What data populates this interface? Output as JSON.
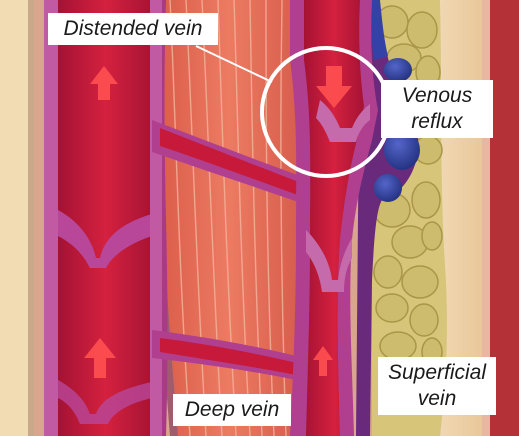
{
  "labels": {
    "distended_vein": "Distended vein",
    "venous_reflux": {
      "line1": "Venous",
      "line2": "reflux"
    },
    "deep_vein": "Deep vein",
    "superficial_vein": {
      "line1": "Superficial",
      "line2": "vein"
    }
  },
  "colors": {
    "background_tissue": "#e9c3a8",
    "skin_band": "#f0d9ad",
    "vein_wall": "#b0408f",
    "vein_wall_light": "#c56aaa",
    "blood": "#c71a3a",
    "blood_dark": "#9e1030",
    "muscle": "#e8705a",
    "muscle_fiber": "#f2a48c",
    "fat": "#c9b86a",
    "fat_outline": "#a89648",
    "superficial_vein_blue": "#2b3d9e",
    "skin_outer": "#c23b3b",
    "arrow": "#ff5a5a",
    "highlight_circle": "#ffffff",
    "label_bg": "#ffffff"
  },
  "icons": [
    "up-arrow-icon",
    "down-arrow-icon",
    "highlight-circle"
  ]
}
